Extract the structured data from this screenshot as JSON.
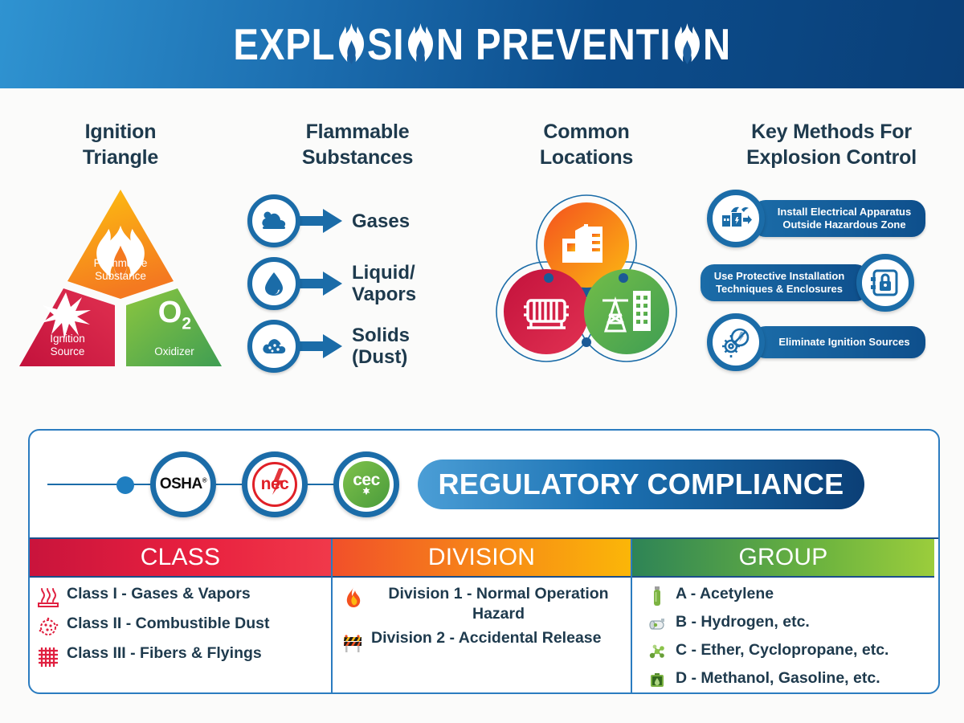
{
  "header": {
    "title_parts": [
      "EXPL",
      "SI",
      "N PREVENTI",
      "N"
    ],
    "title_full": "EXPLOSION PREVENTION",
    "gradient_from": "#2f93d1",
    "gradient_to": "#0a3f78"
  },
  "columns": [
    {
      "heading_line1": "Ignition",
      "heading_line2": "Triangle"
    },
    {
      "heading_line1": "Flammable",
      "heading_line2": "Substances"
    },
    {
      "heading_line1": "Common",
      "heading_line2": "Locations"
    },
    {
      "heading_line1": "Key Methods For",
      "heading_line2": "Explosion Control"
    }
  ],
  "ignition_triangle": {
    "top": {
      "label_line1": "Flammable",
      "label_line2": "Substance",
      "icon": "flame-icon",
      "color": "#f7a313"
    },
    "left": {
      "label_line1": "Ignition",
      "label_line2": "Source",
      "icon": "spark-burst-icon",
      "color": "#d0143c"
    },
    "right": {
      "label_line1": "O",
      "sub": "2",
      "label_line2": "Oxidizer",
      "icon": "o2-text",
      "color": "#5fb04a"
    }
  },
  "flammable_substances": [
    {
      "label_line1": "Gases",
      "label_line2": "",
      "icon": "cloud-icon"
    },
    {
      "label_line1": "Liquid/",
      "label_line2": "Vapors",
      "icon": "droplet-icon"
    },
    {
      "label_line1": "Solids",
      "label_line2": "(Dust)",
      "icon": "dust-cloud-icon"
    }
  ],
  "common_locations": [
    {
      "name": "factory-icon",
      "color": "#f78b16"
    },
    {
      "name": "boiler-tank-icon",
      "color": "#d0143c"
    },
    {
      "name": "refinery-icon",
      "color": "#6ab23f"
    }
  ],
  "key_methods": [
    {
      "text_line1": "Install Electrical Apparatus",
      "text_line2": "Outside Hazardous Zone",
      "icon": "factory-power-icon",
      "icon_side": "left"
    },
    {
      "text_line1": "Use Protective Installation",
      "text_line2": "Techniques & Enclosures",
      "icon": "lock-enclosure-icon",
      "icon_side": "right"
    },
    {
      "text_line1": "Eliminate Ignition Sources",
      "text_line2": "",
      "icon": "no-spark-gear-icon",
      "icon_side": "left"
    }
  ],
  "regulatory": {
    "title": "REGULATORY COMPLIANCE",
    "badges": [
      {
        "name": "osha-logo",
        "text": "OSHA",
        "mark": "®"
      },
      {
        "name": "nec-logo",
        "text": "nec"
      },
      {
        "name": "cec-logo",
        "text": "cec"
      }
    ]
  },
  "table": {
    "columns": [
      {
        "header": "CLASS",
        "header_color": "#e8203f",
        "rows": [
          {
            "icon": "heat-waves-icon",
            "text": "Class I - Gases & Vapors"
          },
          {
            "icon": "dust-particles-icon",
            "text": "Class II - Combustible Dust"
          },
          {
            "icon": "woven-fibers-icon",
            "text": "Class III - Fibers & Flyings"
          }
        ]
      },
      {
        "header": "DIVISION",
        "header_color": "#f78b16",
        "rows": [
          {
            "icon": "flame-icon",
            "text": "Division 1 - Normal Operation Hazard"
          },
          {
            "icon": "barricade-icon",
            "text": "Division 2 - Accidental Release"
          }
        ]
      },
      {
        "header": "GROUP",
        "header_color": "#6ab23f",
        "rows": [
          {
            "icon": "gas-cylinder-icon",
            "text": "A - Acetylene"
          },
          {
            "icon": "storage-tank-icon",
            "text": "B - Hydrogen, etc."
          },
          {
            "icon": "molecule-icon",
            "text": "C - Ether, Cyclopropane, etc."
          },
          {
            "icon": "fuel-can-icon",
            "text": "D - Methanol, Gasoline, etc."
          }
        ]
      }
    ]
  }
}
